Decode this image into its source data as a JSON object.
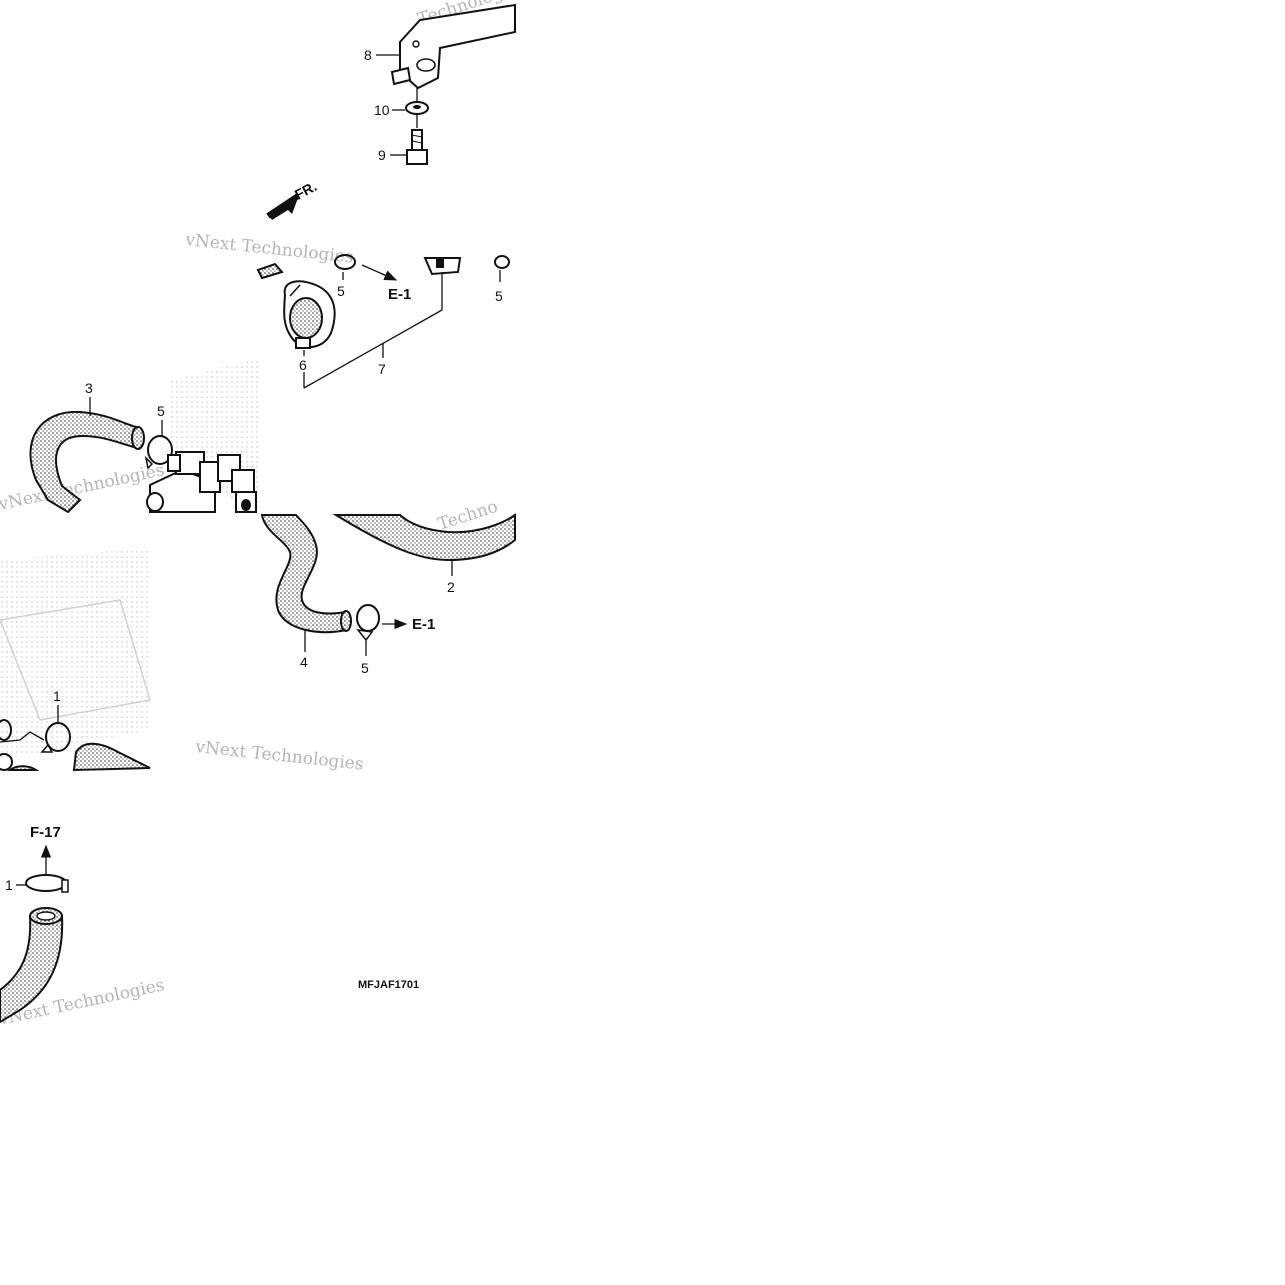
{
  "diagram": {
    "code": "MFJAF1701",
    "front_marker": "FR.",
    "watermark_lines": [
      "vNext Technologies",
      "vNext Technologies",
      "vNext Technologies",
      "vNext Technologies",
      "Technologies",
      "Techno"
    ],
    "callouts": {
      "c1a": "1",
      "c1b": "1",
      "c2": "2",
      "c3": "3",
      "c4": "4",
      "c5a": "5",
      "c5b": "5",
      "c5c": "5",
      "c5d": "5",
      "c6": "6",
      "c7": "7",
      "c8": "8",
      "c9": "9",
      "c10": "10"
    },
    "refs": {
      "e1_top": "E-1",
      "e1_bottom": "E-1",
      "f17": "F-17"
    }
  }
}
